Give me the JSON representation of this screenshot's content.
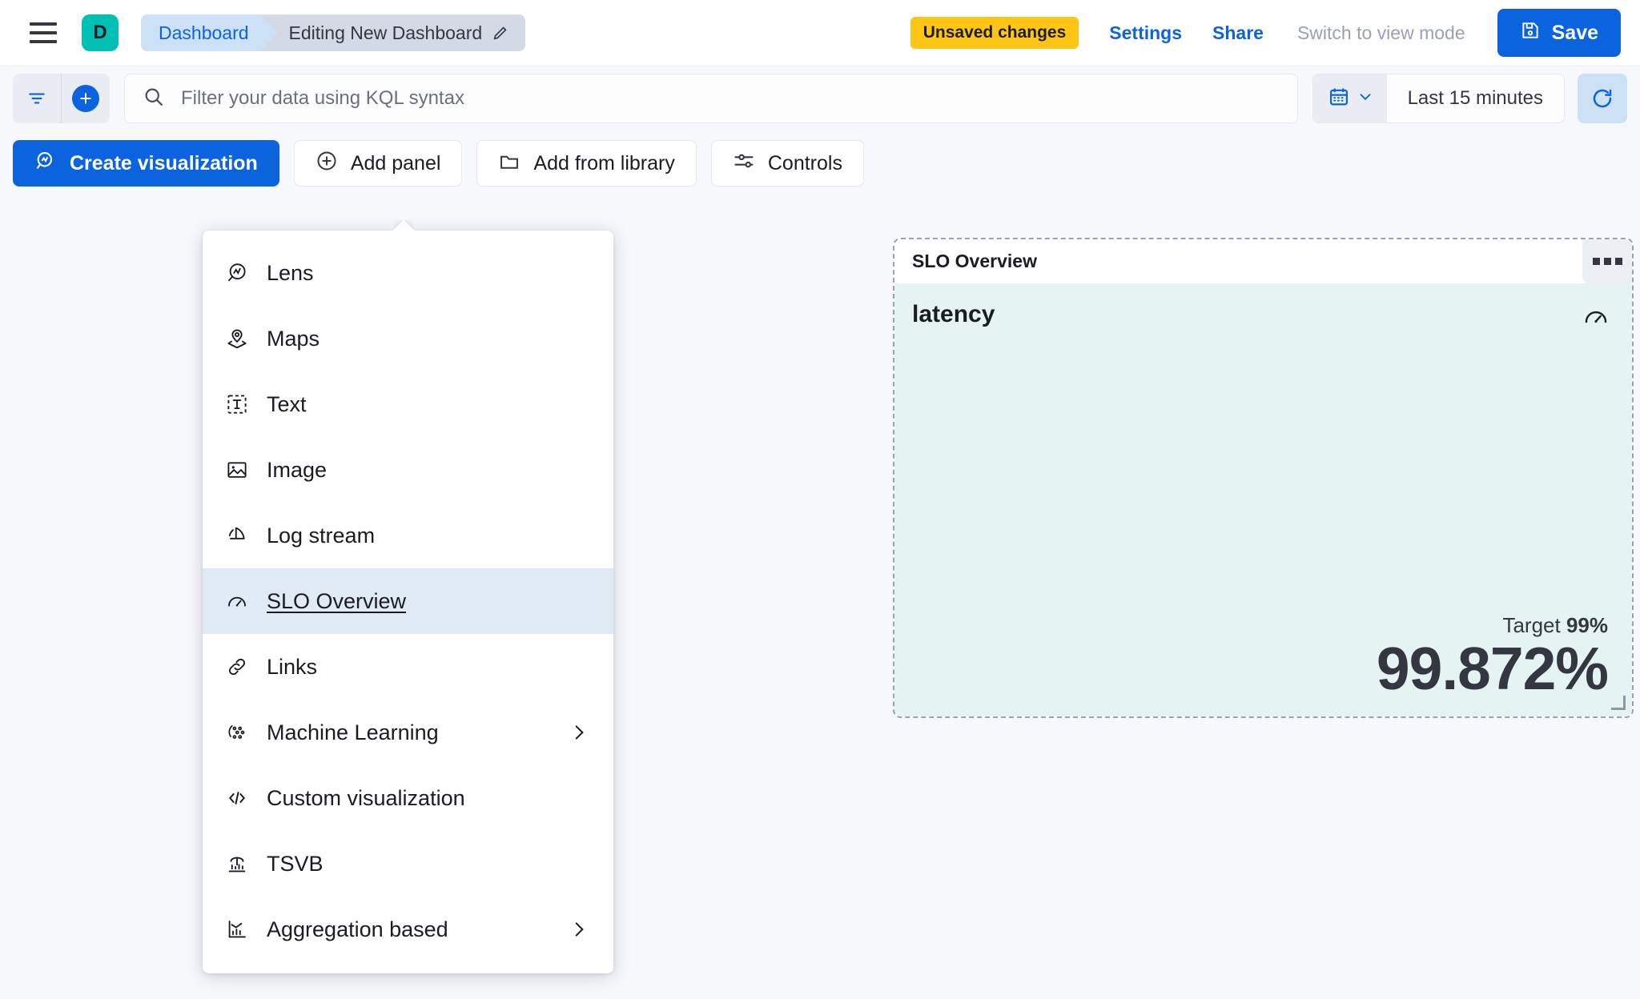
{
  "header": {
    "menu_icon": "hamburger-icon",
    "space_initial": "D",
    "breadcrumb_root": "Dashboard",
    "breadcrumb_current": "Editing New Dashboard",
    "edit_icon": "pencil-icon",
    "unsaved_badge": "Unsaved changes",
    "settings_link": "Settings",
    "share_link": "Share",
    "view_mode_link": "Switch to view mode",
    "save_label": "Save",
    "save_icon": "save-disk-icon",
    "colors": {
      "brand_blue": "#0b64dd",
      "space_teal": "#00bfb3",
      "warning_yellow": "#fec514",
      "crumb_active": "#cce1f5",
      "crumb_current": "#d3dae6"
    }
  },
  "querybar": {
    "filter_icon": "filter-icon",
    "add_filter_icon": "plus-icon",
    "search_icon": "search-icon",
    "kql_placeholder": "Filter your data using KQL syntax",
    "kql_value": "",
    "calendar_icon": "calendar-icon",
    "calendar_chevron": "chevron-down-icon",
    "time_range": "Last 15 minutes",
    "refresh_icon": "refresh-icon"
  },
  "toolbar": {
    "buttons": [
      {
        "label": "Create visualization",
        "icon": "lens-icon",
        "primary": true
      },
      {
        "label": "Add panel",
        "icon": "plus-circle-icon",
        "primary": false
      },
      {
        "label": "Add from library",
        "icon": "folder-icon",
        "primary": false
      },
      {
        "label": "Controls",
        "icon": "controls-sliders-icon",
        "primary": false
      }
    ]
  },
  "add_panel_menu": {
    "open": true,
    "items": [
      {
        "label": "Lens",
        "icon": "lens-icon",
        "submenu": false,
        "selected": false
      },
      {
        "label": "Maps",
        "icon": "map-marker-layers-icon",
        "submenu": false,
        "selected": false
      },
      {
        "label": "Text",
        "icon": "text-box-icon",
        "submenu": false,
        "selected": false
      },
      {
        "label": "Image",
        "icon": "image-icon",
        "submenu": false,
        "selected": false
      },
      {
        "label": "Log stream",
        "icon": "log-stream-icon",
        "submenu": false,
        "selected": false
      },
      {
        "label": "SLO Overview",
        "icon": "gauge-icon",
        "submenu": false,
        "selected": true
      },
      {
        "label": "Links",
        "icon": "link-chain-icon",
        "submenu": false,
        "selected": false
      },
      {
        "label": "Machine Learning",
        "icon": "machine-learning-icon",
        "submenu": true,
        "selected": false
      },
      {
        "label": "Custom visualization",
        "icon": "code-brackets-icon",
        "submenu": false,
        "selected": false
      },
      {
        "label": "TSVB",
        "icon": "tsvb-chart-icon",
        "submenu": false,
        "selected": false
      },
      {
        "label": "Aggregation based",
        "icon": "aggregation-chart-icon",
        "submenu": true,
        "selected": false
      }
    ]
  },
  "slo_panel": {
    "title": "SLO Overview",
    "context_menu_icon": "ellipsis-horizontal-icon",
    "slo_name": "latency",
    "gauge_icon": "gauge-icon",
    "target_label": "Target",
    "target_value": "99%",
    "sli_value": "99.872%",
    "background_color": "#e5f4f2",
    "resize_handle": "resize-handle-icon"
  }
}
